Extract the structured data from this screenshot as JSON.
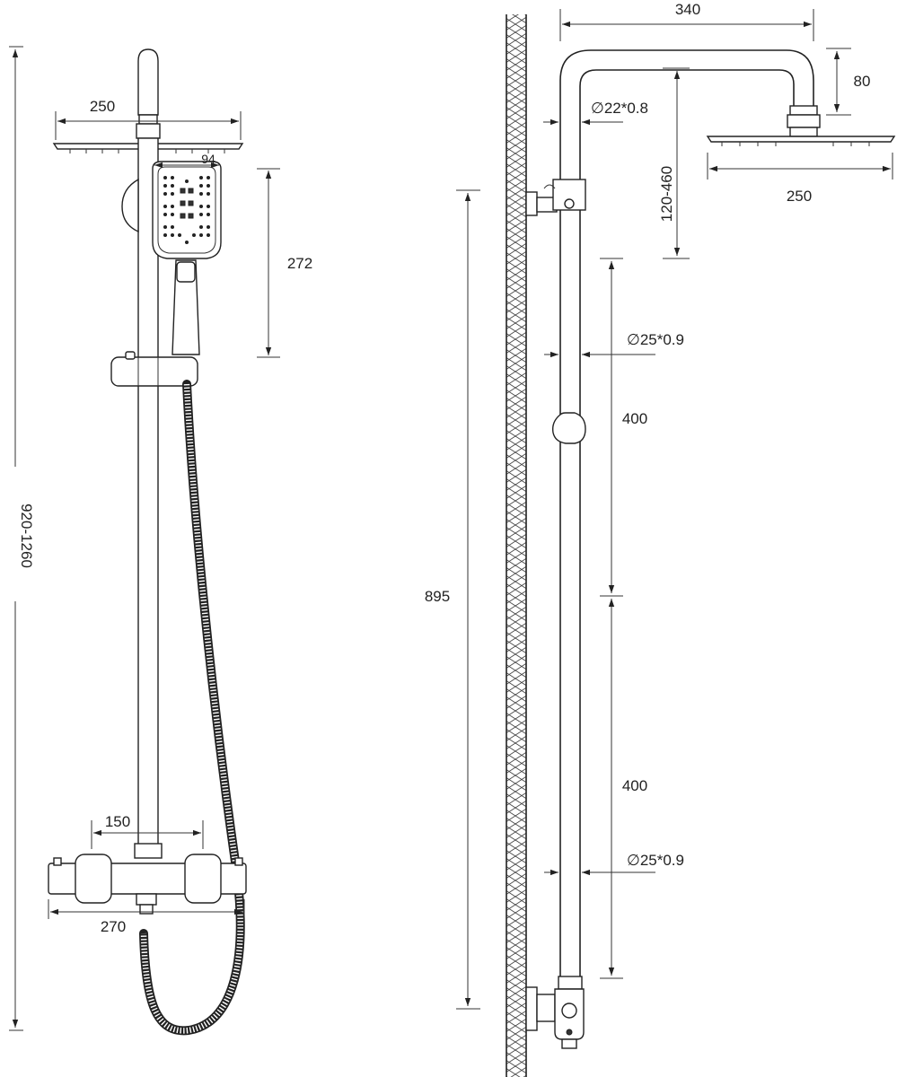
{
  "front_view": {
    "overall_height": "920-1260",
    "head_width": "250",
    "handshower_width": "94",
    "handshower_length": "272",
    "mixer_center_distance": "150",
    "mixer_width": "270"
  },
  "side_view": {
    "arm_reach": "340",
    "arm_drop": "80",
    "arm_tube": "∅22*0.8",
    "adjust_range": "120-460",
    "head_width": "250",
    "upper_tube": "∅25*0.9",
    "upper_segment": "400",
    "lower_segment": "400",
    "lower_tube": "∅25*0.9",
    "mount_height": "895"
  }
}
